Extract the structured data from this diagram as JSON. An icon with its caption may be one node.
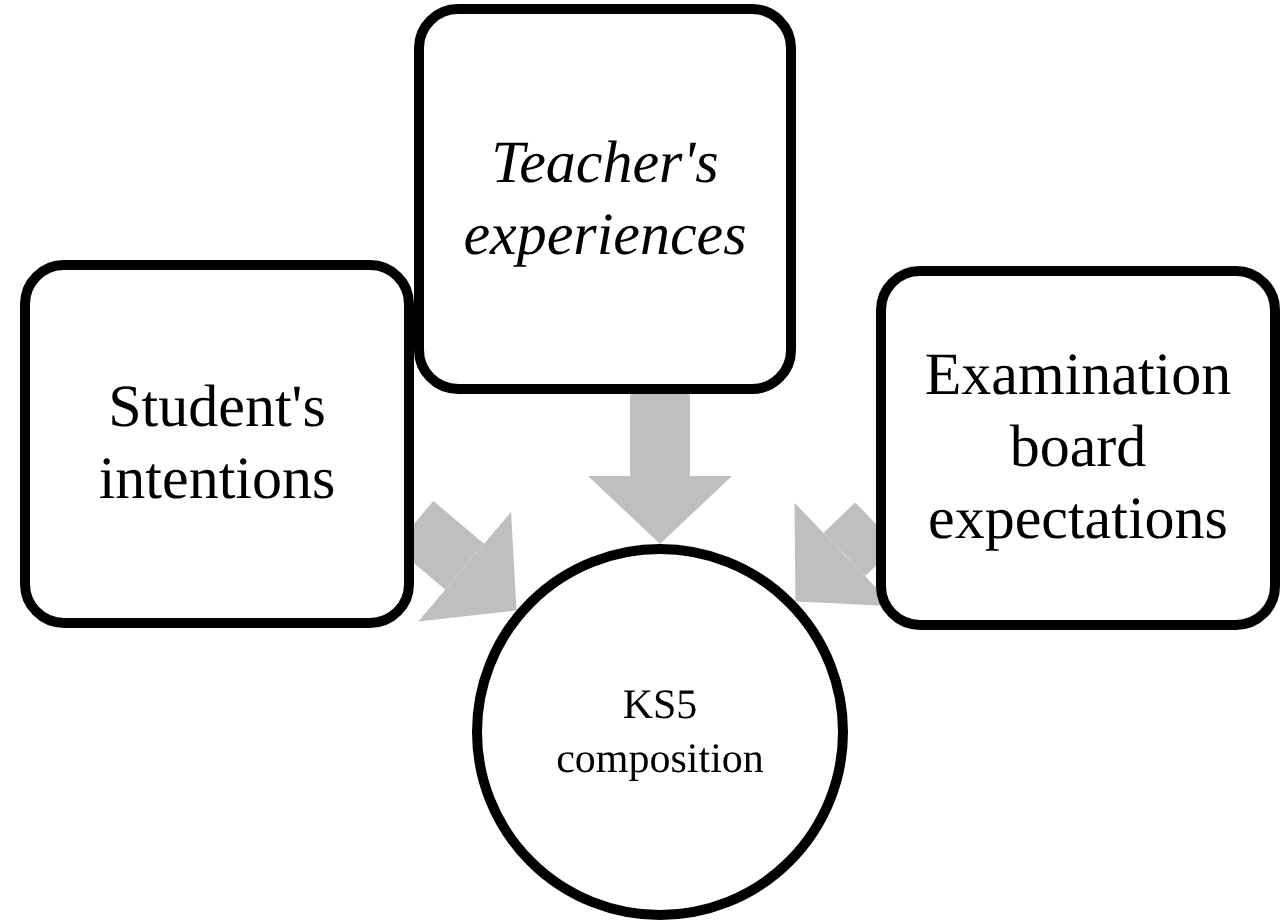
{
  "diagram": {
    "nodes": [
      {
        "text": [
          "Student's intentions"
        ]
      },
      {
        "text": [
          "Teacher's experiences"
        ]
      },
      {
        "text": [
          "Examination board expectations"
        ]
      },
      {
        "text": [
          "KS5 composition"
        ]
      }
    ],
    "edges": [
      {
        "from": 0,
        "to": 3,
        "arrow": "to",
        "color": "#bfbfbf"
      },
      {
        "from": 1,
        "to": 3,
        "arrow": "to",
        "color": "#bfbfbf"
      },
      {
        "from": 2,
        "to": 3,
        "arrow": "to",
        "color": "#bfbfbf"
      }
    ]
  }
}
